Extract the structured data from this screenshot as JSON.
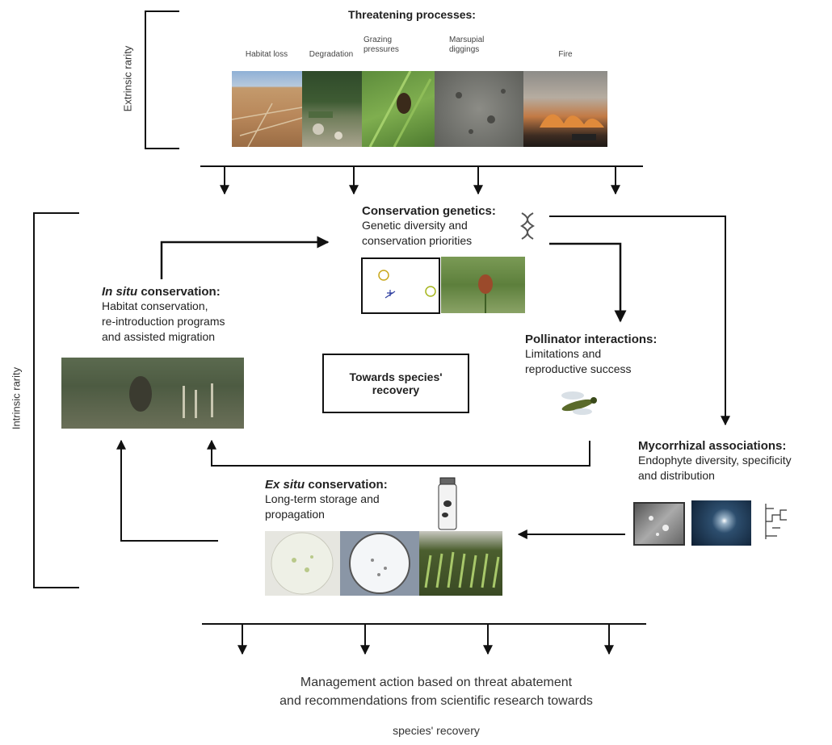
{
  "extrinsic": {
    "side_label": "Extrinsic rarity",
    "title": "Threatening processes:",
    "captions": [
      "Habitat loss",
      "Degradation",
      "Grazing\npressures",
      "Marsupial\ndiggings",
      "Fire"
    ],
    "photo_icons": [
      "aerial-landscape-photo",
      "degraded-bushland-photo",
      "grazing-insect-photo",
      "dug-soil-photo",
      "bushfire-photo"
    ]
  },
  "intrinsic": {
    "side_label": "Intrinsic rarity"
  },
  "genetics": {
    "title": "Conservation genetics:",
    "lines": [
      "Genetic diversity and",
      "conservation priorities"
    ],
    "icons": [
      "dna-icon",
      "pca-plot-icon",
      "orchid-photo"
    ]
  },
  "insitu": {
    "title_italic": "In situ",
    "title_rest": " conservation:",
    "lines": [
      "Habitat conservation,",
      "re-introduction programs",
      "and assisted migration"
    ],
    "icons": [
      "field-site-photo"
    ]
  },
  "center": {
    "lines": [
      "Towards species'",
      "recovery"
    ]
  },
  "pollinator": {
    "title": "Pollinator interactions:",
    "lines": [
      "Limitations and",
      "reproductive success"
    ],
    "icons": [
      "wasp-pollinator-icon"
    ]
  },
  "mycorrhizal": {
    "title": "Mycorrhizal associations:",
    "lines": [
      "Endophyte diversity, specificity",
      "and distribution"
    ],
    "icons": [
      "culture-plate-photo",
      "microscopy-photo",
      "phylogeny-tree-icon"
    ]
  },
  "exsitu": {
    "title_italic": "Ex situ",
    "title_rest": " conservation:",
    "lines": [
      "Long-term storage and",
      "propagation"
    ],
    "icons": [
      "storage-tube-icon",
      "seed-dish-photo",
      "petri-dish-photo",
      "seedling-tray-photo"
    ]
  },
  "footer": {
    "lines": [
      "Management action based on threat abatement",
      "and recommendations from scientific research towards",
      "species' recovery"
    ]
  }
}
